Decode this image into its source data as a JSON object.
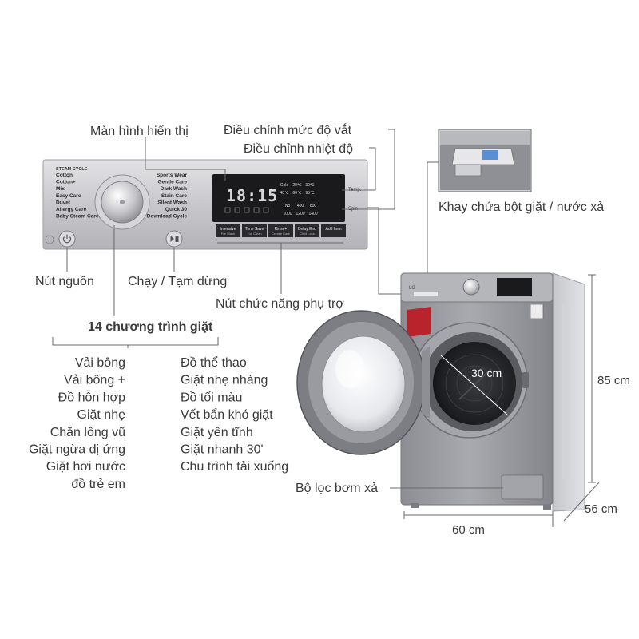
{
  "labels": {
    "display": "Màn hình hiển thị",
    "soil_level": "Điều chỉnh mức độ vắt",
    "temp_adjust": "Điều chỉnh nhiệt độ",
    "drawer": "Khay chứa bột giặt / nước xả",
    "power": "Nút nguồn",
    "start_pause": "Chạy / Tạm dừng",
    "options": "Nút chức năng phụ trợ",
    "programs_title": "14 chương trình giặt",
    "drum_size": "30 cm",
    "filter": "Bộ lọc bơm xả",
    "height": "85 cm",
    "depth": "56 cm",
    "width": "60 cm"
  },
  "programs_left": [
    "Vải bông",
    "Vải bông +",
    "Đồ hỗn hợp",
    "Giặt nhẹ",
    "Chăn lông vũ",
    "Giặt ngừa dị ứng",
    "Giặt hơi nước",
    "đồ trẻ em"
  ],
  "programs_right": [
    "Đồ thể thao",
    "Giặt nhẹ nhàng",
    "Đồ tối màu",
    "Vết bẩn khó giặt",
    "Giặt yên tĩnh",
    "Giặt nhanh 30'",
    "Chu trình tải xuống"
  ],
  "panel": {
    "left_header": "STEAM CYCLE",
    "left_programs": [
      "Cotton",
      "Cotton+",
      "Mix",
      "Easy Care",
      "Duvet",
      "Allergy Care",
      "Baby Steam Care"
    ],
    "right_programs": [
      "Sports Wear",
      "Gentle Care",
      "Dark Wash",
      "Stain Care",
      "Silent Wash",
      "Quick 30",
      "Download Cycle"
    ],
    "lcd_digits": "18:15",
    "lcd_temps": [
      "Cold",
      "20℃",
      "30℃",
      "40℃",
      "60℃",
      "95℃"
    ],
    "lcd_spins": [
      "No",
      "400",
      "800",
      "1000",
      "1200",
      "1400"
    ],
    "temp_btn": "Temp.",
    "spin_btn": "Spin",
    "option_buttons": [
      "Intensive",
      "Time Save",
      "Rinse+",
      "Delay End",
      "Add Item"
    ],
    "option_subs": [
      "Pre Wash",
      "Tub Clean",
      "Crease Care",
      "Child Lock",
      ""
    ],
    "brand": "LG"
  },
  "colors": {
    "body_silver": "#9a9ba0",
    "panel_silver": "#c9c9cc",
    "lcd_black": "#1a1a1c",
    "lcd_digits": "#d8d8d8",
    "badge_red": "#b8232c",
    "leader": "#6a6a6a"
  }
}
